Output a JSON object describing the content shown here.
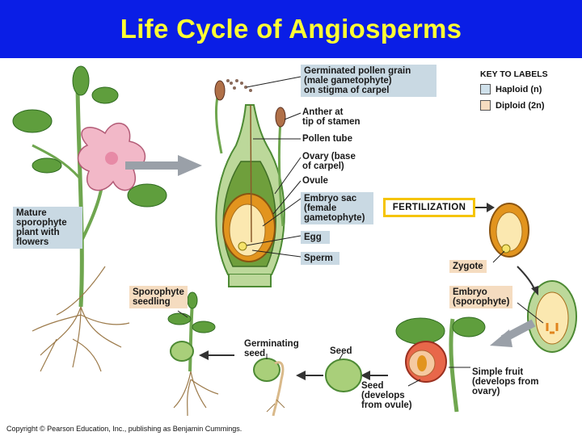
{
  "title": "Life Cycle of Angiosperms",
  "labels": {
    "pollen": "Germinated pollen grain\n(male gametophyte)\non stigma of carpel",
    "anther": "Anther at\ntip of stamen",
    "pollen_tube": "Pollen tube",
    "ovary": "Ovary (base\nof carpel)",
    "ovule": "Ovule",
    "embryo_sac": "Embryo sac\n(female\ngametophyte)",
    "egg": "Egg",
    "sperm": "Sperm",
    "mature": "Mature\nsporophyte\nplant with\nflowers",
    "seedling": "Sporophyte\nseedling",
    "germinating": "Germinating\nseed",
    "seed": "Seed",
    "seed_develops": "Seed\n(develops\nfrom ovule)",
    "fruit": "Simple fruit\n(develops from\novary)",
    "zygote": "Zygote",
    "embryo": "Embryo\n(sporophyte)",
    "fertilization": "FERTILIZATION"
  },
  "key": {
    "title": "KEY TO LABELS",
    "haploid": "Haploid (n)",
    "diploid": "Diploid (2n)",
    "haploid_color": "#cfe0ea",
    "diploid_color": "#f5dcc0"
  },
  "copyright": "Copyright © Pearson Education, Inc., publishing as Benjamin Cummings."
}
